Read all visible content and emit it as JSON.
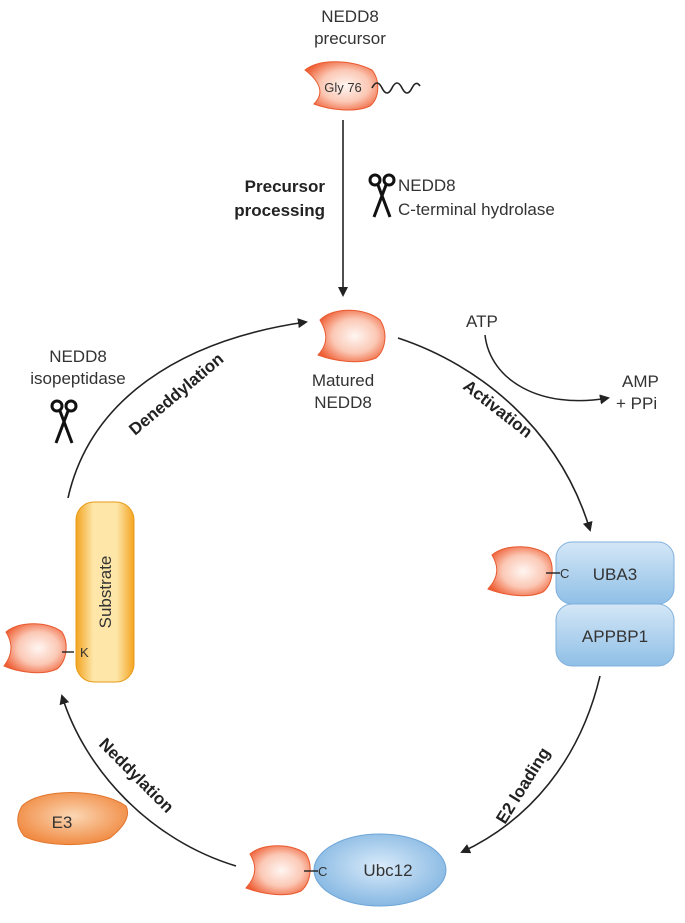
{
  "precursor": {
    "line1": "NEDD8",
    "line2": "precursor",
    "residue": "Gly 76"
  },
  "processing": {
    "step_line1": "Precursor",
    "step_line2": "processing",
    "enzyme_line1": "NEDD8",
    "enzyme_line2": "C-terminal hydrolase"
  },
  "matured": {
    "line1": "Matured",
    "line2": "NEDD8"
  },
  "activation": {
    "label": "Activation",
    "atp": "ATP",
    "amp": "AMP",
    "ppi": "+ PPi"
  },
  "e1": {
    "uba3": "UBA3",
    "appbp1": "APPBP1",
    "link": "C"
  },
  "e2": {
    "label": "E2 loading",
    "ubc12": "Ubc12",
    "link": "C"
  },
  "neddylation": {
    "label": "Neddylation",
    "e3": "E3"
  },
  "substrate": {
    "label": "Substrate",
    "link": "K"
  },
  "deneddylation": {
    "label": "Deneddylation",
    "enzyme_line1": "NEDD8",
    "enzyme_line2": "isopeptidase"
  },
  "colors": {
    "nedd8": "#f26b45",
    "nedd8_light": "#fde2d8",
    "e1_e2_blue": "#a9cdec",
    "substrate_orange": "#f7b23b",
    "arrow": "#222222"
  }
}
